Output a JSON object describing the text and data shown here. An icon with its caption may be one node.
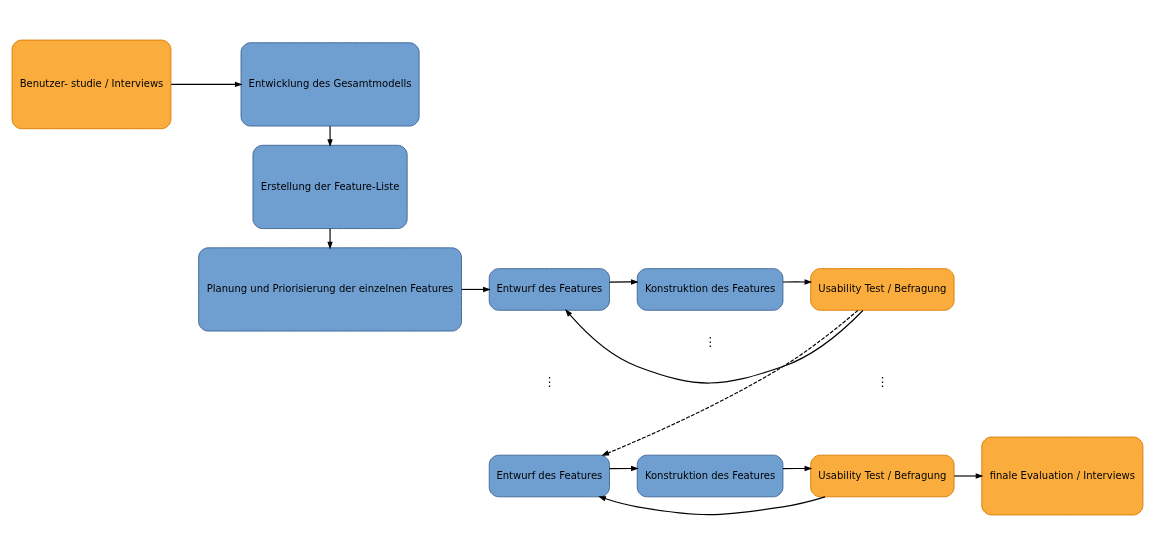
{
  "diagram": {
    "nodes": [
      {
        "text": [
          "Benutzer- studie / Interviews"
        ]
      },
      {
        "text": [
          "Entwicklung des Gesamtmodells"
        ]
      },
      {
        "text": [
          "Erstellung der Feature-Liste"
        ]
      },
      {
        "text": [
          "Planung und Priorisierung der einzelnen Features"
        ]
      },
      {
        "text": [
          "Entwurf des Features"
        ]
      },
      {
        "text": [
          "Konstruktion des Features"
        ]
      },
      {
        "text": [
          "Usability Test / Befragung"
        ]
      },
      {
        "text": [
          "Entwurf des Features"
        ]
      },
      {
        "text": [
          "Konstruktion des Features"
        ]
      },
      {
        "text": [
          "Usability Test / Befragung"
        ]
      },
      {
        "text": [
          "finale Evaluation / Interviews"
        ]
      }
    ],
    "edges": [
      {
        "from": 0,
        "to": 1,
        "arrow": "to"
      },
      {
        "from": 1,
        "to": 2,
        "arrow": "to"
      },
      {
        "from": 2,
        "to": 3,
        "arrow": "to"
      },
      {
        "from": 3,
        "to": 4,
        "arrow": "to"
      },
      {
        "from": 4,
        "to": 5,
        "arrow": "to"
      },
      {
        "from": 5,
        "to": 6,
        "arrow": "to"
      },
      {
        "from": 6,
        "to": 4,
        "arrow": "to"
      },
      {
        "from": 6,
        "to": 7,
        "arrow": "to",
        "style": "dashed"
      },
      {
        "from": 7,
        "to": 8,
        "arrow": "to"
      },
      {
        "from": 8,
        "to": 9,
        "arrow": "to"
      },
      {
        "from": 9,
        "to": 7,
        "arrow": "to"
      },
      {
        "from": 9,
        "to": 10,
        "arrow": "to"
      }
    ],
    "labels": [
      "⋮",
      "⋮",
      "⋮"
    ]
  }
}
